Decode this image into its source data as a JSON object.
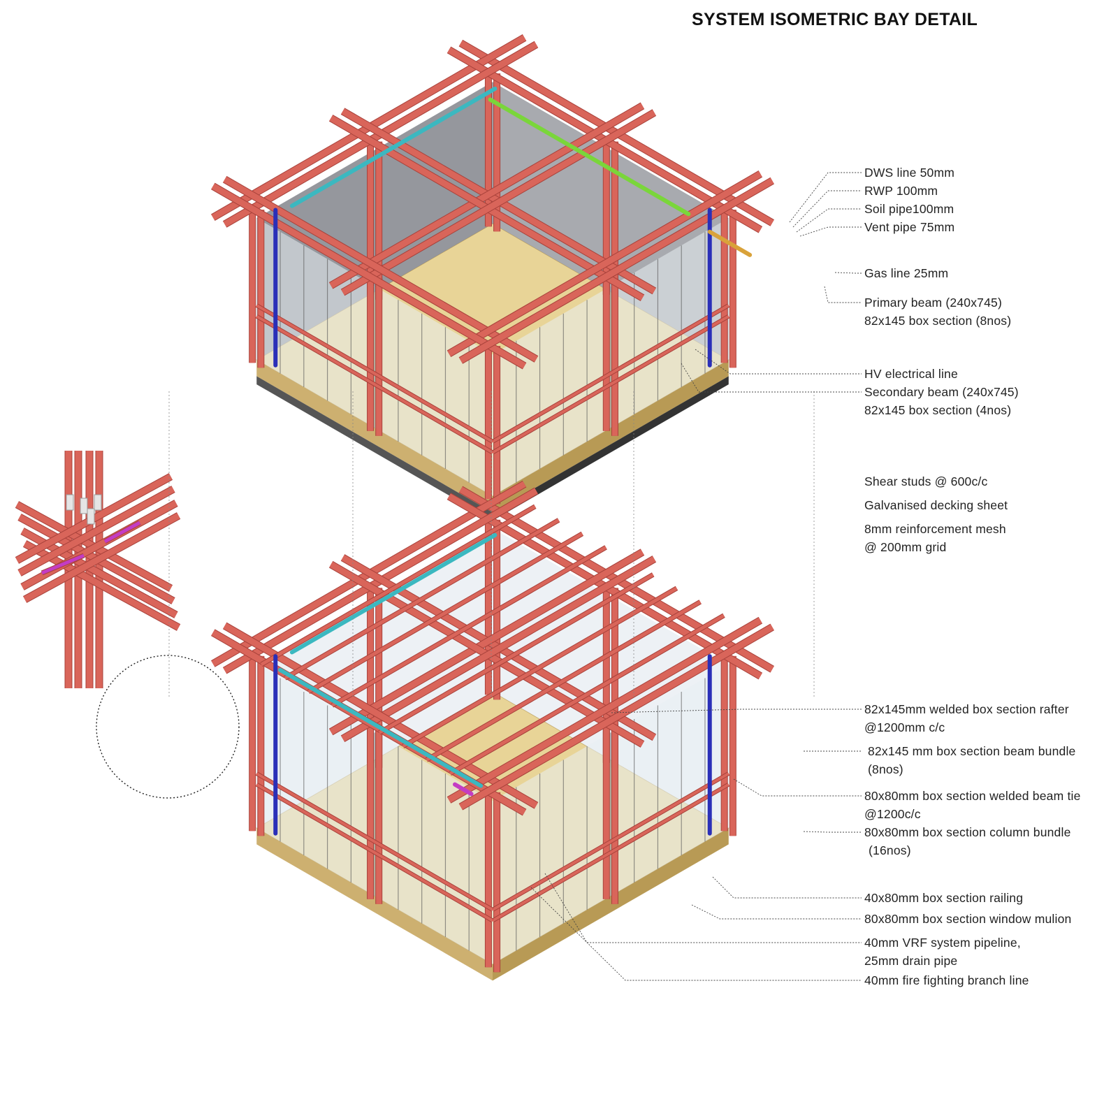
{
  "title": "SYSTEM ISOMETRIC BAY DETAIL",
  "colors": {
    "steel": "#d9655a",
    "steel_dark": "#a8423b",
    "floor": "#e8d497",
    "floor_edge": "#b89a55",
    "wall": "#8f9198",
    "glass": "#e8eef2",
    "dws_line": "#2a2fb8",
    "rwp": "#3bb8c0",
    "gas_line": "#d9a23a",
    "hv_line": "#7ad63a",
    "vrf_line": "#c43cc4"
  },
  "upper_labels": {
    "dws": "DWS line 50mm",
    "rwp": "RWP 100mm",
    "soil": "Soil pipe100mm",
    "vent": "Vent pipe 75mm",
    "gas": "Gas line 25mm",
    "primary_1": "Primary beam (240x745)",
    "primary_2": "82x145 box section (8nos)",
    "hv": "HV electrical line",
    "secondary_1": "Secondary beam (240x745)",
    "secondary_2": "82x145 box section (4nos)"
  },
  "slab_labels": {
    "studs": "Shear studs @ 600c/c",
    "decking": "Galvanised decking sheet",
    "mesh_1": "8mm reinforcement mesh",
    "mesh_2": "@ 200mm grid"
  },
  "lower_labels": {
    "rafter_1": "82x145mm welded box section rafter",
    "rafter_2": "@1200mm c/c",
    "bundle_1": "82x145 mm box section beam bundle",
    "bundle_2": "(8nos)",
    "tie_1": "80x80mm box section welded beam tie",
    "tie_2": "@1200c/c",
    "column_1": "80x80mm box section column bundle",
    "column_2": "(16nos)",
    "railing": "40x80mm box section railing",
    "mullion": "80x80mm box section window mulion",
    "vrf_1": "40mm VRF system pipeline,",
    "vrf_2": "25mm drain pipe",
    "fire": "40mm fire fighting  branch line"
  }
}
